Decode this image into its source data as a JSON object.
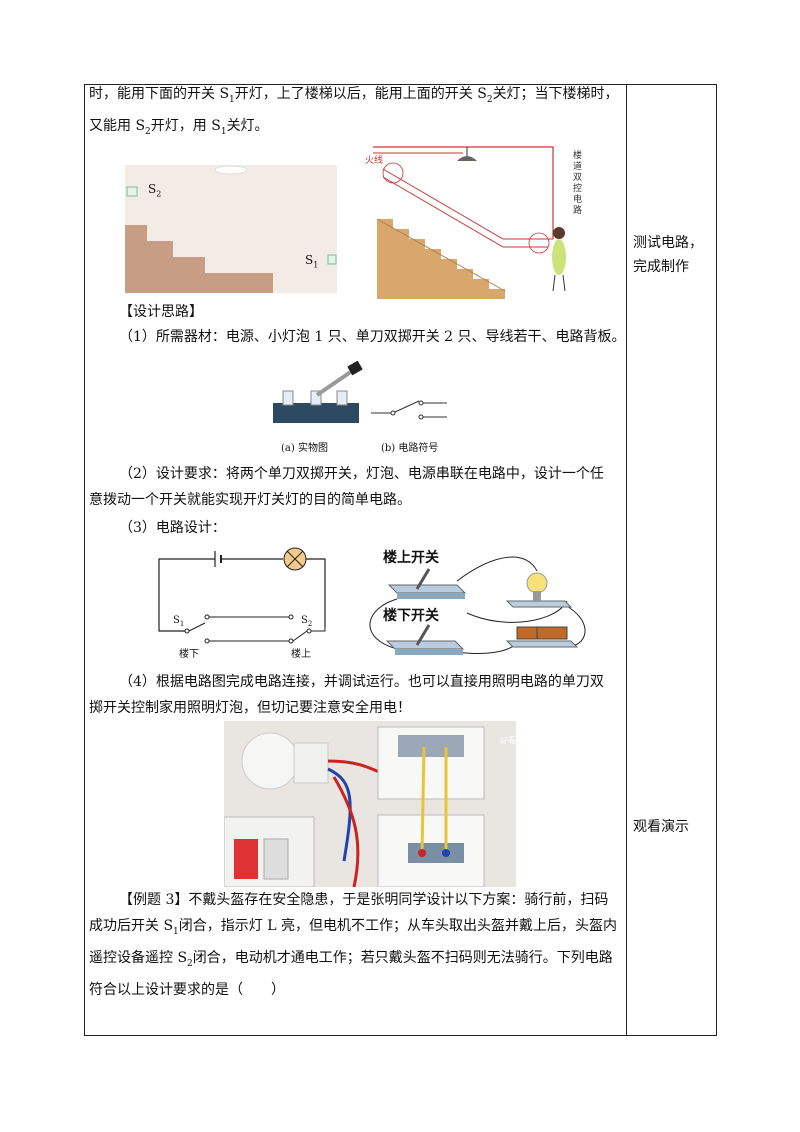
{
  "intro": {
    "line1_a": "时，能用下面的开关 S",
    "line1_b": "开灯，上了楼梯以后，能用上面的开关 S",
    "line1_c": "关灯；当下楼梯时，",
    "line2_a": "又能用 S",
    "line2_b": "开灯，用 S",
    "line2_c": "关灯。",
    "sub1": "1",
    "sub2": "2"
  },
  "stair_figure": {
    "s2_label": "S",
    "s1_label": "S",
    "s2_sub": "2",
    "s1_sub": "1",
    "hot_wire_label": "火线",
    "vertical_title": "楼道双控电路"
  },
  "design_heading": "【设计思路】",
  "item1": "（1）所需器材：电源、小灯泡 1 只、单刀双掷开关 2 只、导线若干、电路背板。",
  "switch_figure": {
    "caption_a": "(a) 实物图",
    "caption_b": "(b) 电路符号"
  },
  "item2_line1": "（2）设计要求：将两个单刀双掷开关，灯泡、电源串联在电路中，设计一个任",
  "item2_line2": "意拨动一个开关就能实现开灯关灯的目的简单电路。",
  "item3": "（3）电路设计：",
  "circuit": {
    "s1": "S",
    "s1_sub": "1",
    "s2": "S",
    "s2_sub": "2",
    "downstairs": "楼下",
    "upstairs": "楼上",
    "upstairs_switch": "楼上开关",
    "downstairs_switch": "楼下开关"
  },
  "item4_line1": "（4）根据电路图完成电路连接，并调试运行。也可以直接用照明电路的单刀双",
  "item4_line2": "掷开关控制家用照明灯泡，但切记要注意安全用电！",
  "photo": {
    "watermark": "好看"
  },
  "example": {
    "line1": "【例题 3】不戴头盔存在安全隐患，于是张明同学设计以下方案：骑行前，扫码",
    "line2_a": "成功后开关 S",
    "line2_b": "闭合，指示灯 L 亮，但电机不工作；从车头取出头盔并戴上后，头盔内",
    "line3_a": "遥控设备遥控 S",
    "line3_b": "闭合，电动机才通电工作；若只戴头盔不扫码则无法骑行。下列电路",
    "line4": "符合以上设计要求的是（　　）",
    "sub1": "1",
    "sub2": "2"
  },
  "side_notes": {
    "test_line1": "测试电路，",
    "test_line2": "完成制作",
    "watch": "观看演示"
  }
}
